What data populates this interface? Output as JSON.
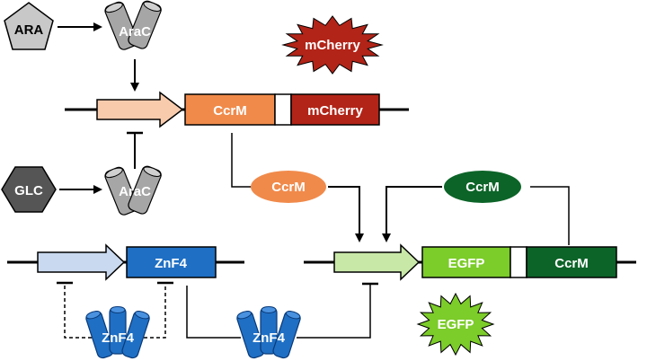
{
  "inputs": {
    "ara": "ARA",
    "glc": "GLC"
  },
  "proteins": {
    "arac_top": "AraC",
    "arac_bottom": "AraC",
    "znf4": "ZnF4"
  },
  "genes": {
    "ccrm_top": "CcrM",
    "mcherry_box": "mCherry",
    "znf4_box": "ZnF4",
    "egfp_box": "EGFP",
    "ccrm_right": "CcrM"
  },
  "products": {
    "mcherry_star": "mCherry",
    "ccrm_oval_orange": "CcrM",
    "ccrm_oval_green": "CcrM",
    "egfp_star": "EGFP"
  },
  "colors": {
    "ara_fill": "#c8c8c8",
    "glc_fill": "#555555",
    "arac_fill": "#a6a6a6",
    "promoter_ara": "#f8cbad",
    "ccrm_orange": "#f08a4b",
    "mcherry_red": "#b22418",
    "promoter_znf": "#c9d9ef",
    "znf4_blue": "#1f6fc4",
    "promoter_egfp": "#c8e8a8",
    "egfp_green": "#7ccc2a",
    "ccrm_green": "#0c6428"
  }
}
